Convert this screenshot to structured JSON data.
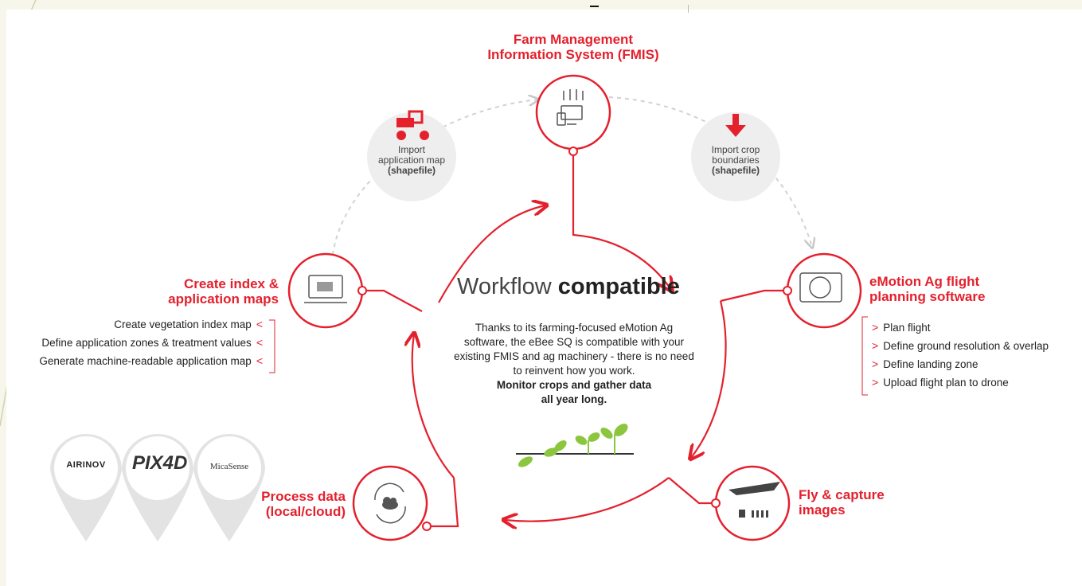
{
  "colors": {
    "accent": "#e4202d",
    "bubble": "#eeeeee",
    "background": "#f6f7ea"
  },
  "center": {
    "title_regular": "Workflow",
    "title_bold": "compatible",
    "body": "Thanks to its farming-focused eMotion Ag software, the eBee SQ is compatible with your existing FMIS and ag machinery - there is no need to reinvent how you work.",
    "body_bold_line1": "Monitor crops and gather data",
    "body_bold_line2": "all year long."
  },
  "nodes": {
    "fmis": {
      "line1": "Farm Management",
      "line2": "Information System (FMIS)",
      "icon": "wheat-and-devices-icon"
    },
    "emotion": {
      "line1": "eMotion Ag flight",
      "line2": "planning software",
      "icon": "tablet-map-icon",
      "items": [
        "Plan flight",
        "Define ground resolution & overlap",
        "Define landing zone",
        "Upload flight plan to drone"
      ]
    },
    "fly": {
      "line1": "Fly & capture",
      "line2": "images",
      "icon": "drone-icon"
    },
    "process": {
      "line1": "Process data",
      "line2": "(local/cloud)",
      "icon": "cloud-sync-icon"
    },
    "create": {
      "line1": "Create index &",
      "line2": "application maps",
      "icon": "laptop-map-icon",
      "items": [
        "Create vegetation index map",
        "Define application zones & treatment values",
        "Generate machine-readable application map"
      ]
    }
  },
  "bubbles": {
    "import_app": {
      "line1": "Import",
      "line2": "application map",
      "line3": "(shapefile)",
      "icon": "tractor-icon"
    },
    "import_crop": {
      "line1": "Import crop",
      "line2": "boundaries",
      "line3": "(shapefile)",
      "icon": "down-arrow-icon"
    }
  },
  "partners": [
    "AIRINOV",
    "PIX4D",
    "MicaSense"
  ]
}
